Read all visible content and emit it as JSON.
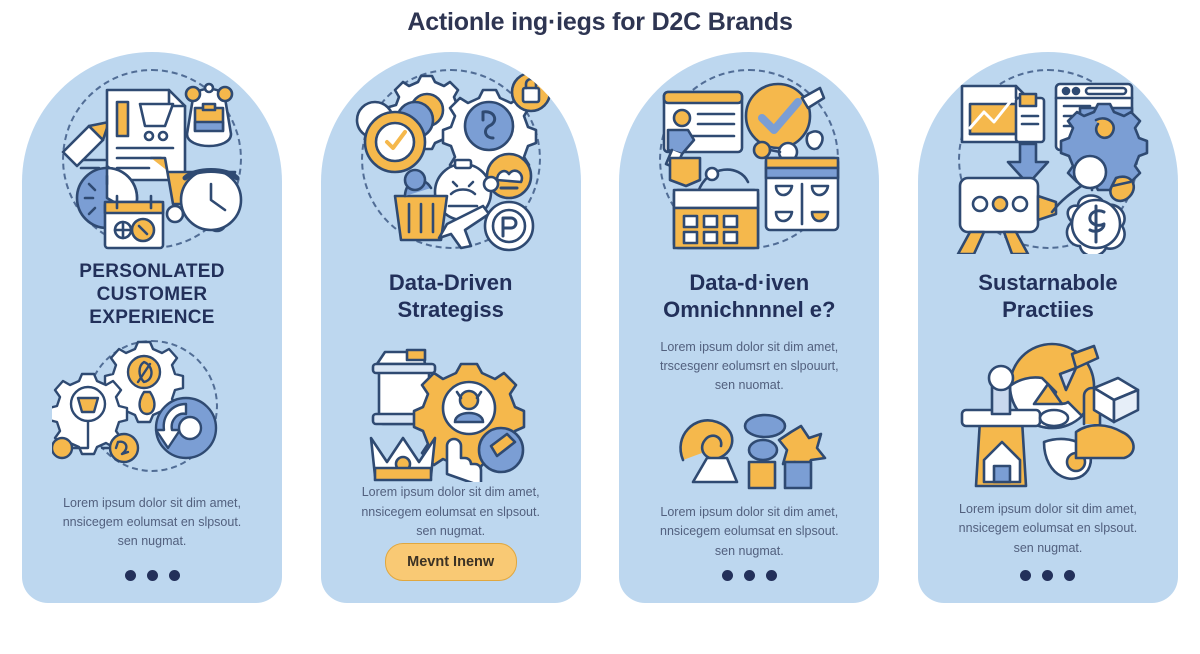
{
  "header": {
    "title": "Actionle ing·iegs for D2C Brands"
  },
  "colors": {
    "page_background": "#ffffff",
    "card_background": "#bdd7ef",
    "heading_text": "#22305a",
    "body_text": "#52607e",
    "accent_orange": "#f5b84c",
    "accent_blue": "#7b9ed4",
    "button_fill": "#f9c974",
    "dot_color": "#23305a",
    "outline": "#2f4a72"
  },
  "cards": [
    {
      "id": "card-personalized-customer-experience",
      "heading": "PERSONLATED CUSTOMER EXPERIENCE",
      "heading_style": "upper",
      "top_icon": "shopping-document-cluster-icon",
      "lower_icon": "gears-leaf-cycle-icon",
      "body": "Lorem ipsum dolor sit dim amet, nnsicegem eolumsat en slpsout. sen nugmat.",
      "footer_type": "dots",
      "dots": 3
    },
    {
      "id": "card-data-driven-strategies",
      "heading": "Data-Driven Strategiss",
      "heading_style": "title-case",
      "top_icon": "gears-basket-stopwatch-cluster-icon",
      "lower_icon": "gear-user-crown-hand-icon",
      "body": "Lorem ipsum dolor sit dim amet, nnsicegem eolumsat en slpsout. sen nugmat.",
      "footer_type": "button",
      "button_label": "Mevnt Inenw"
    },
    {
      "id": "card-data-driven-omnichannel",
      "heading": "Data-d·iven Omnichnnnel e?",
      "heading_style": "title-case",
      "top_icon": "browser-checkmark-calendar-cluster-icon",
      "lower_icon": "shapes-cross-squares-icon",
      "body_top": "Lorem ipsum dolor sit dim amet, trscesgenr eolumsrt en slpouurt, sen nuomat.",
      "body": "Lorem ipsum dolor sit dim amet, nnsicegem eolumsat en slpsout. sen nugmat.",
      "footer_type": "dots",
      "dots": 3
    },
    {
      "id": "card-sustainable-practices",
      "heading": "Sustarnabole Practiies",
      "heading_style": "title-case",
      "top_icon": "chart-browser-projector-dollar-cluster-icon",
      "lower_icon": "puzzle-house-hand-leaf-icon",
      "body": "Lorem ipsum dolor sit dim amet, nnsicegem eolumsat en slpsout. sen nugmat.",
      "footer_type": "dots",
      "dots": 3
    }
  ]
}
